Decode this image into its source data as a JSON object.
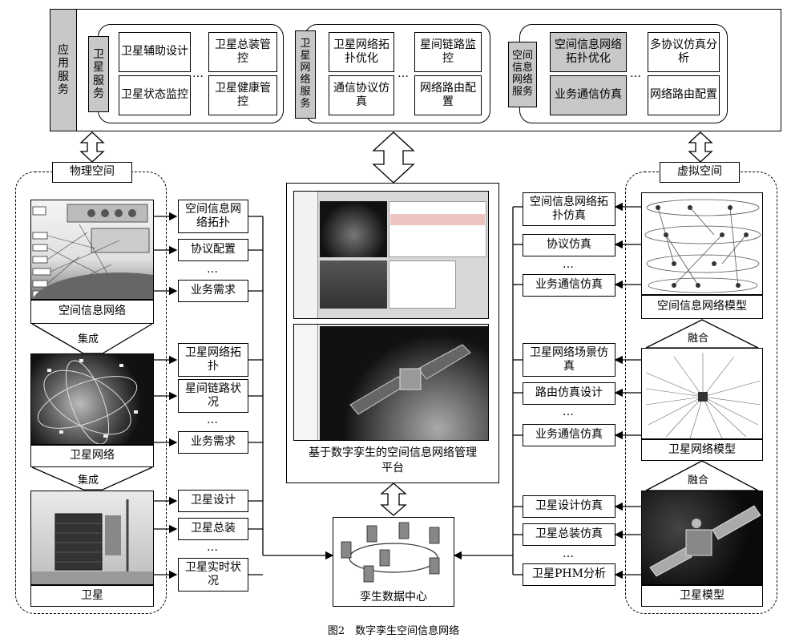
{
  "top": {
    "app_service": "应用服务",
    "sat_service": {
      "title": "卫星服务",
      "items": [
        "卫星辅助设计",
        "卫星总装管控",
        "卫星状态监控",
        "卫星健康管控"
      ]
    },
    "satnet_service": {
      "title": "卫星网络服务",
      "items": [
        "卫星网络拓扑优化",
        "星间链路监控",
        "通信协议仿真",
        "网络路由配置"
      ]
    },
    "sinet_service": {
      "title": "空间信息网络服务",
      "items": [
        "空间信息网络拓扑优化",
        "多协议仿真分析",
        "业务通信仿真",
        "网络路由配置"
      ]
    },
    "ellipsis": "…"
  },
  "left": {
    "title": "物理空间",
    "space_info_network": "空间信息网络",
    "integrate1": "集成",
    "satellite_network": "卫星网络",
    "integrate2": "集成",
    "satellite": "卫星",
    "group1": [
      "空间信息网络拓扑",
      "协议配置",
      "…",
      "业务需求"
    ],
    "group2": [
      "卫星网络拓扑",
      "星间链路状况",
      "…",
      "业务需求"
    ],
    "group3": [
      "卫星设计",
      "卫星总装",
      "…",
      "卫星实时状况"
    ]
  },
  "center": {
    "platform": "基于数字孪生的空间信息网络管理平台",
    "datacenter": "孪生数据中心"
  },
  "right": {
    "title": "虚拟空间",
    "sin_model": "空间信息网络模型",
    "fusion1": "融合",
    "satnet_model": "卫星网络模型",
    "fusion2": "融合",
    "sat_model": "卫星模型",
    "group1": [
      "空间信息网络拓扑仿真",
      "协议仿真",
      "…",
      "业务通信仿真"
    ],
    "group2": [
      "卫星网络场景仿真",
      "路由仿真设计",
      "…",
      "业务通信仿真"
    ],
    "group3": [
      "卫星设计仿真",
      "卫星总装仿真",
      "…",
      "卫星PHM分析"
    ]
  },
  "caption": "图2　数字孪生空间信息网络"
}
